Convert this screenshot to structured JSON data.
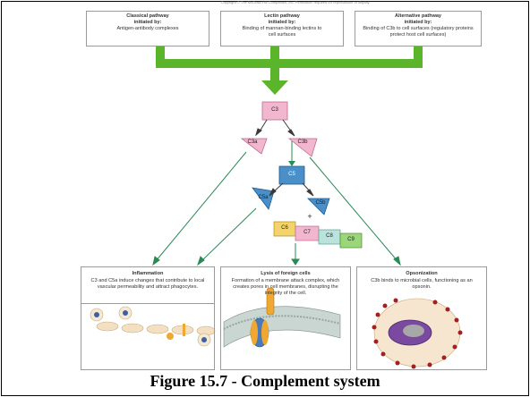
{
  "top_note": "Copyright © The McGraw-Hill Companies, Inc. Permission required for reproduction or display.",
  "pathways": [
    {
      "title": "Classical pathway",
      "subtitle": "initiated by:",
      "text": "Antigen-antibody complexes"
    },
    {
      "title": "Lectin pathway",
      "subtitle": "initiated by:",
      "text": "Binding of mannan-binding lectins to cell surfaces"
    },
    {
      "title": "Alternative pathway",
      "subtitle": "initiated by:",
      "text": "Binding of C3b to cell surfaces (regulatory proteins protect host cell surfaces)"
    }
  ],
  "components": {
    "c3": "C3",
    "c3a": "C3a",
    "c3b": "C3b",
    "c5": "C5",
    "c5a": "C5a",
    "c5b": "C5b",
    "plus": "+",
    "c6": "C6",
    "c7": "C7",
    "c8": "C8",
    "c9": "C9"
  },
  "outcomes": [
    {
      "title": "Inflammation",
      "text": "C3 and C5a induce changes that contribute to local vascular permeability and attract phagocytes."
    },
    {
      "title": "Lysis of foreign cells",
      "text": "Formation of a membrane attack complex, which creates pores in cell membranes, disrupting the integrity of the cell."
    },
    {
      "title": "Opsonization",
      "text": "C3b binds to microbial cells, functioning as an opsonin."
    }
  ],
  "caption": "Figure 15.7 - Complement system",
  "colors": {
    "green": "#5ab52a",
    "c3_pink": "#f2b6cf",
    "c5_blue": "#4a8fc8",
    "c6_yellow": "#f3d36b",
    "c7_pink": "#f2b6cf",
    "c8_teal": "#b9e3dc",
    "c9_green": "#9bd67a"
  }
}
